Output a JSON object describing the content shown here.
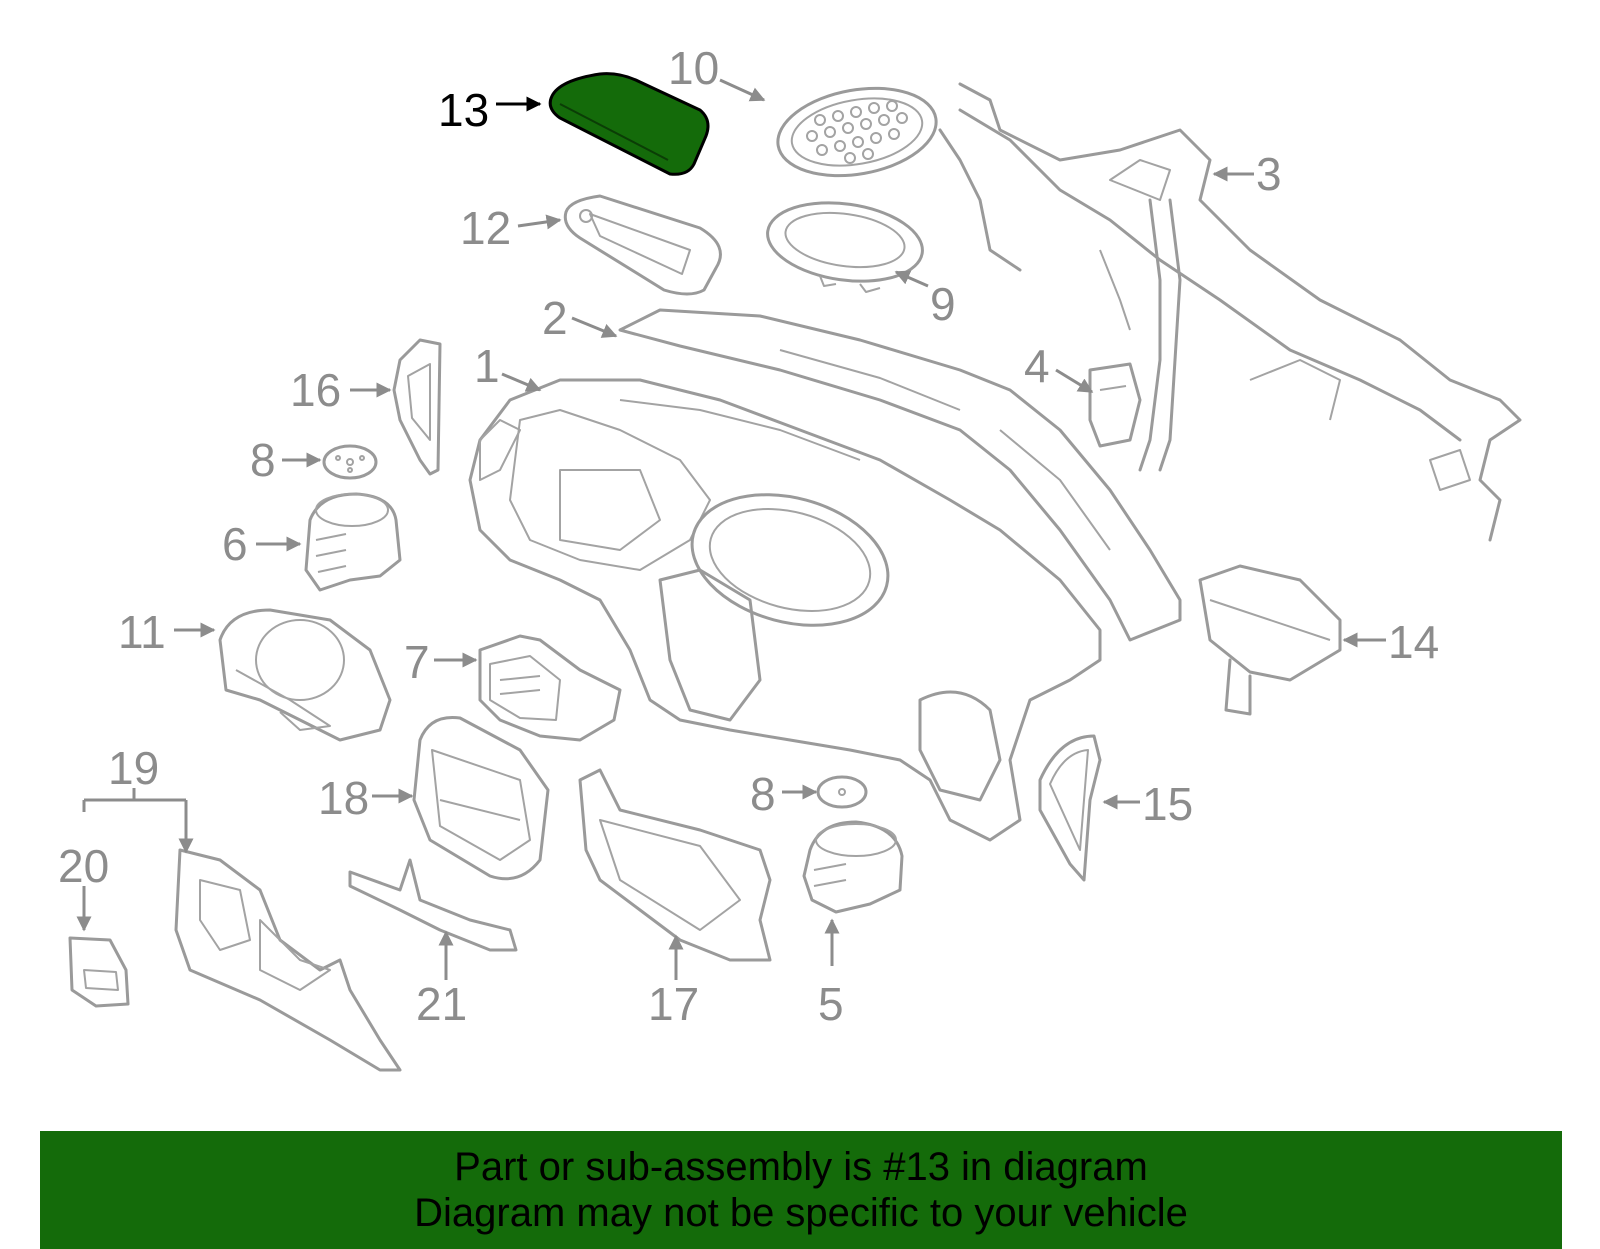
{
  "diagram": {
    "highlight_color": "#146b0a",
    "part_color": "#9a9a9a",
    "callouts": {
      "p1": "1",
      "p2": "2",
      "p3": "3",
      "p4": "4",
      "p5": "5",
      "p6": "6",
      "p7": "7",
      "p8a": "8",
      "p8b": "8",
      "p9": "9",
      "p10": "10",
      "p11": "11",
      "p12": "12",
      "p13": "13",
      "p14": "14",
      "p15": "15",
      "p16": "16",
      "p17": "17",
      "p18": "18",
      "p19": "19",
      "p20": "20",
      "p21": "21"
    },
    "highlighted_part": "13"
  },
  "banner": {
    "line1": "Part or sub-assembly is #13 in diagram",
    "line2": "Diagram may not be specific to your vehicle",
    "background": "#146b0a"
  }
}
